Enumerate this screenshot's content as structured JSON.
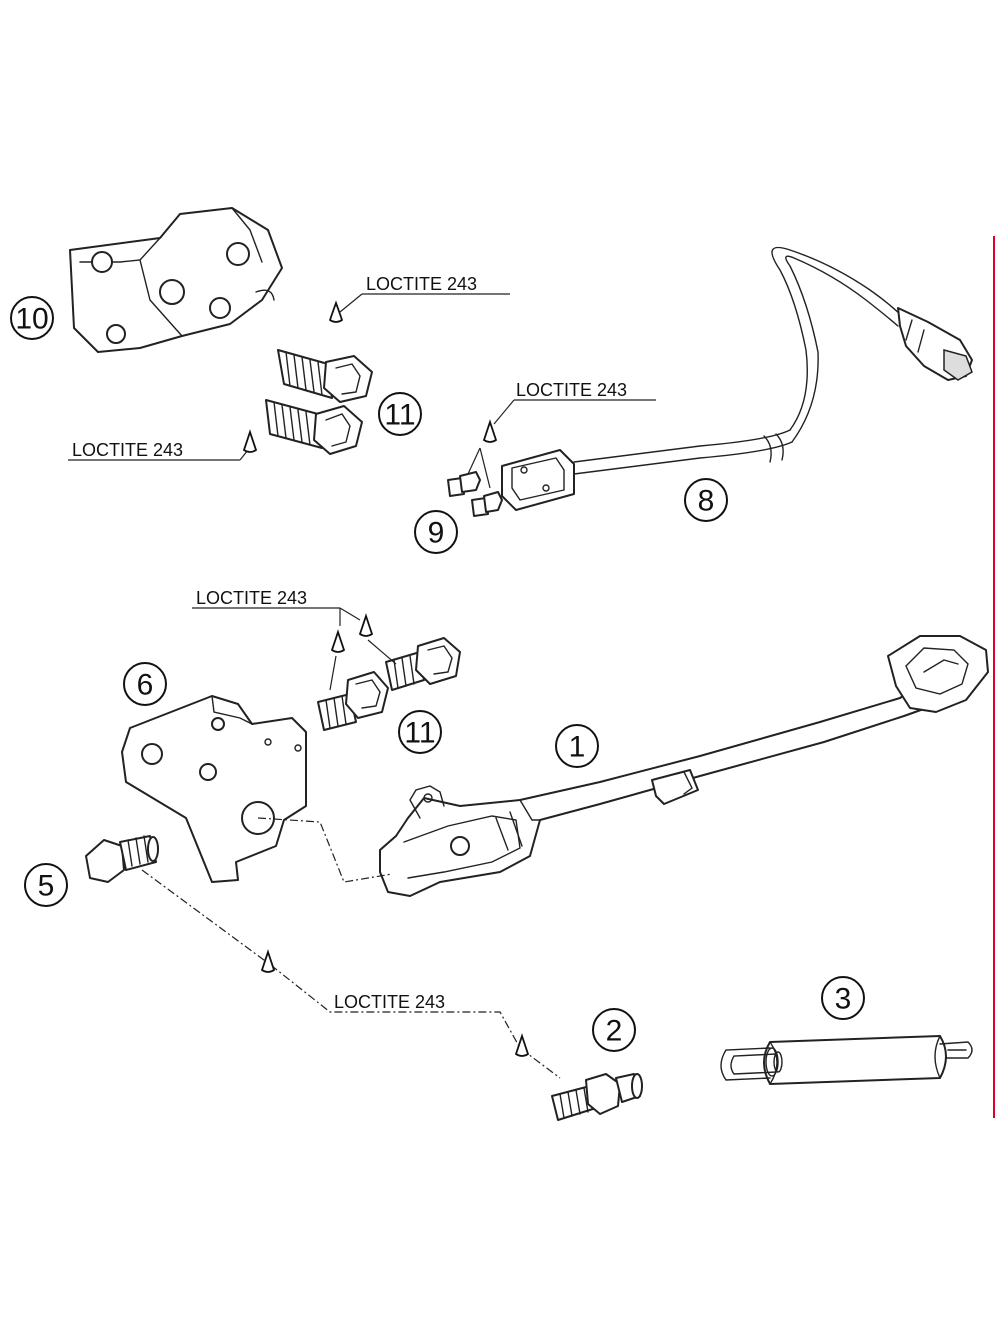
{
  "notes": {
    "n1": "LOCTITE 243",
    "n2": "LOCTITE 243",
    "n3": "LOCTITE 243",
    "n4": "LOCTITE 243",
    "n5": "LOCTITE 243"
  },
  "callouts": {
    "c1": "1",
    "c2": "2",
    "c3": "3",
    "c5": "5",
    "c6": "6",
    "c8": "8",
    "c9": "9",
    "c10": "10",
    "c11a": "11",
    "c11b": "11"
  },
  "colors": {
    "line": "#222222",
    "border_accent": "#e0002a"
  }
}
